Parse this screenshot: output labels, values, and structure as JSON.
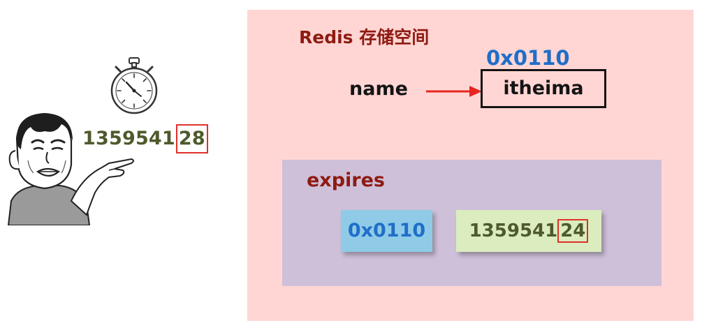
{
  "left": {
    "current_time_prefix": "1359541",
    "current_time_suffix": "28",
    "stopwatch_icon": "stopwatch-icon",
    "person_illustration": "pointing-man-icon"
  },
  "redis": {
    "title": "Redis 存储空间",
    "address": "0x0110",
    "key_name": "name",
    "value": "itheima"
  },
  "expires": {
    "title": "expires",
    "key_address": "0x0110",
    "timestamp_prefix": "1359541",
    "timestamp_suffix": "24"
  },
  "colors": {
    "redis_panel_bg": "#ffd6d4",
    "expires_panel_bg": "#cfc0da",
    "title_color": "#8e1b12",
    "address_color": "#1f6ec9",
    "arrow_color": "#e8251f",
    "highlight_border": "#e0312a"
  }
}
